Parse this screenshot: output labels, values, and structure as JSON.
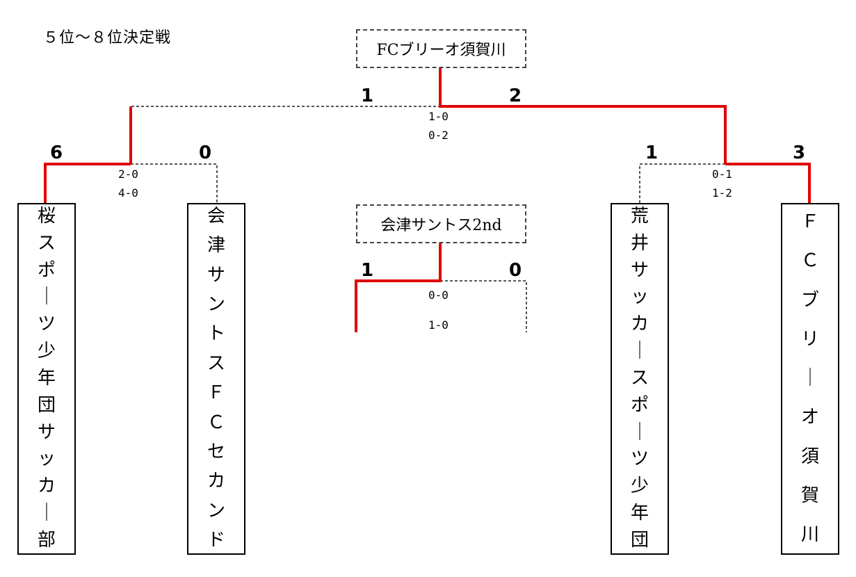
{
  "heading": "５位～８位決定戦",
  "teams": {
    "sakura": "桜スポーツ少年団サッカー部",
    "aizu_fc": "会津サントスＦＣセカンド",
    "arai": "荒井サッカースポーツ少年団",
    "fc_brio": "ＦＣブリーオ須賀川"
  },
  "results": {
    "fifth_place": "FCブリーオ須賀川",
    "seventh_place": "会津サントス2nd"
  },
  "matches": {
    "semi_left": {
      "left_score": "6",
      "right_score": "0",
      "set1": "2-0",
      "set2": "4-0"
    },
    "semi_right": {
      "left_score": "1",
      "right_score": "3",
      "set1": "0-1",
      "set2": "1-2"
    },
    "final_5th": {
      "left_score": "1",
      "right_score": "2",
      "set1": "1-0",
      "set2": "0-2"
    },
    "final_7th": {
      "left_score": "1",
      "right_score": "0",
      "set1": "0-0",
      "set2": "1-0"
    }
  },
  "colors": {
    "winner_line": "#e00000",
    "loser_line": "#555555"
  }
}
